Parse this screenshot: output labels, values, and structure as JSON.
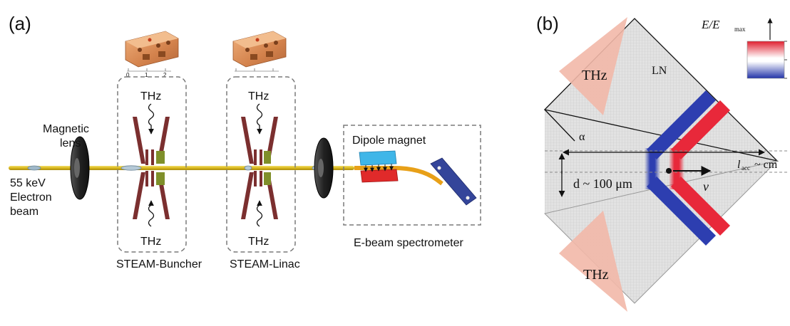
{
  "panel_a": {
    "label": "(a)",
    "magnetic_lens_line1": "Magnetic",
    "magnetic_lens_line2": "lens",
    "beam_line1": "55 keV",
    "beam_line2": "Electron",
    "beam_line3": "beam",
    "thz": "THz",
    "buncher_label": "STEAM-Buncher",
    "linac_label": "STEAM-Linac",
    "dipole_label": "Dipole magnet",
    "spectrometer_label": "E-beam spectrometer",
    "ruler_ticks": [
      "0",
      "1",
      "2"
    ]
  },
  "panel_b": {
    "label": "(b)",
    "thz": "THz",
    "ln": "LN",
    "alpha": "α",
    "lacc": "l",
    "lacc_sub": "acc",
    "lacc_rest": "~ cm",
    "d_label": "d ~ 100 μm",
    "v": "v",
    "colorbar_E": "E/E",
    "colorbar_sub": "max"
  },
  "colors": {
    "beam": "#e3c629",
    "copper": "#d98a55",
    "thz_pink": "#f2b8a8",
    "field_red": "#e8283a",
    "field_blue": "#2d3eb0",
    "dipole_top": "#3fb6e8",
    "dipole_bottom": "#e02a2a",
    "screen": "#34459a",
    "mesh": "#d9d9d9",
    "dash": "#7a7a7a"
  }
}
